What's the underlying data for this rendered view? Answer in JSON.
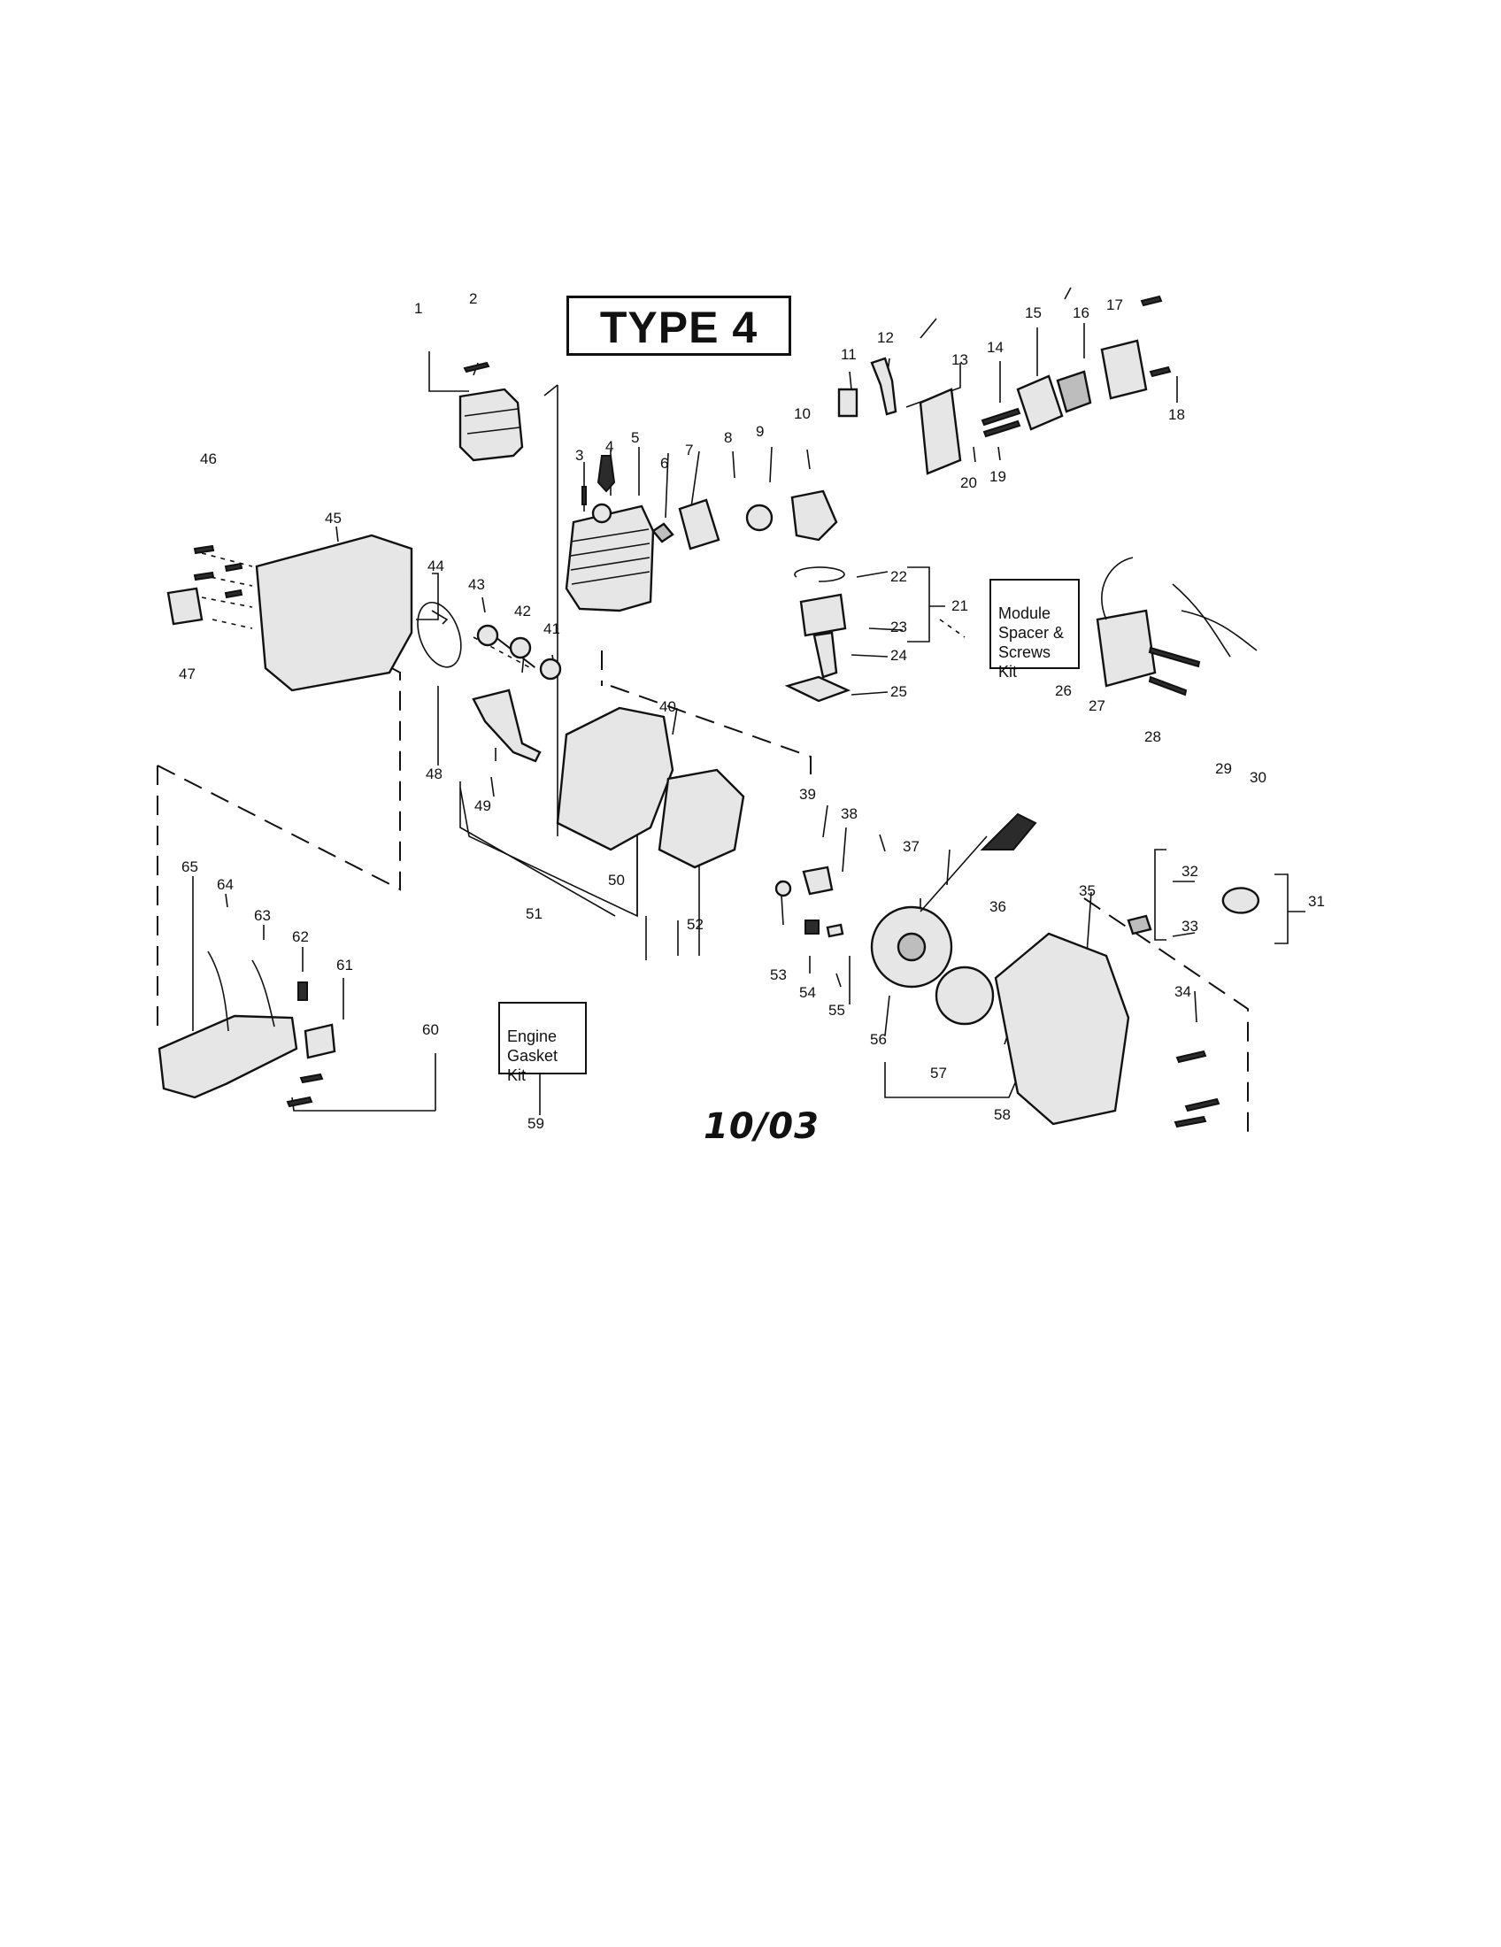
{
  "header": {
    "type_label": "TYPE 4"
  },
  "revision": "10/03",
  "kits": {
    "module": "Module\nSpacer &\nScrews\nKit",
    "gasket": "Engine\nGasket\nKit"
  },
  "callouts": [
    "1",
    "2",
    "3",
    "4",
    "5",
    "6",
    "7",
    "8",
    "9",
    "10",
    "11",
    "12",
    "13",
    "14",
    "15",
    "16",
    "17",
    "18",
    "19",
    "20",
    "21",
    "22",
    "23",
    "24",
    "25",
    "26",
    "27",
    "28",
    "29",
    "30",
    "31",
    "32",
    "33",
    "34",
    "35",
    "36",
    "37",
    "38",
    "39",
    "40",
    "41",
    "42",
    "43",
    "44",
    "45",
    "46",
    "47",
    "48",
    "49",
    "50",
    "51",
    "52",
    "53",
    "54",
    "55",
    "56",
    "57",
    "58",
    "59",
    "60",
    "61",
    "62",
    "63",
    "64",
    "65"
  ]
}
